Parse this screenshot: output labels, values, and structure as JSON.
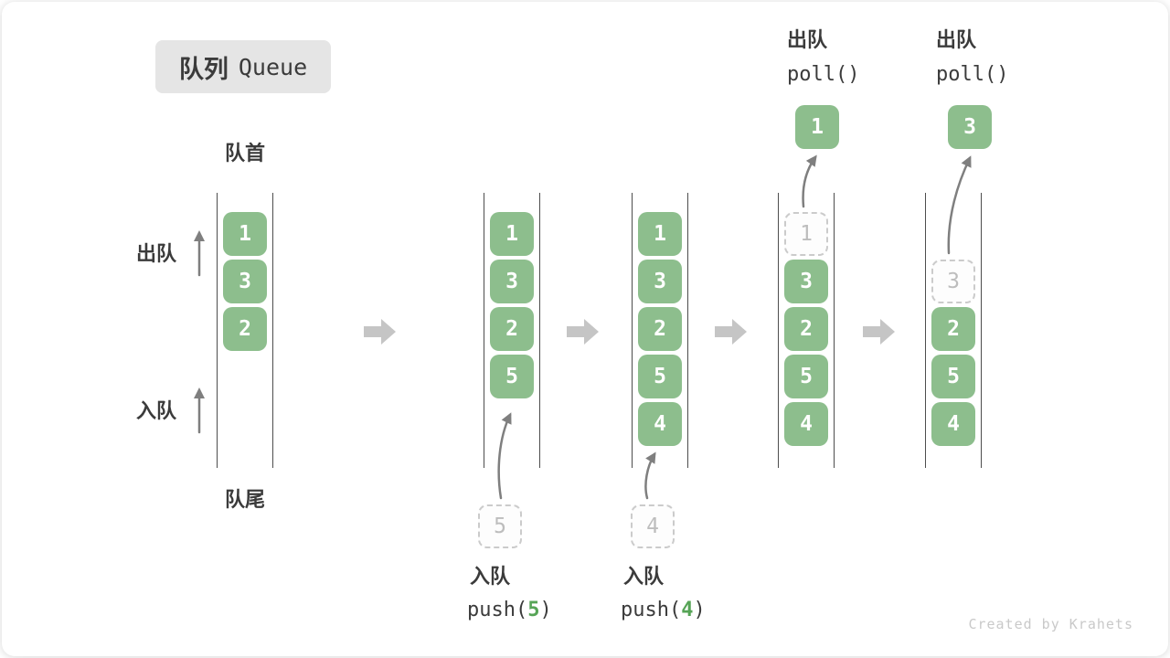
{
  "title": {
    "zh": "队列",
    "en": "Queue"
  },
  "labels": {
    "front": "队首",
    "rear": "队尾",
    "dequeue": "出队",
    "enqueue": "入队"
  },
  "states": [
    {
      "blocks": [
        "1",
        "3",
        "2"
      ]
    },
    {
      "blocks": [
        "1",
        "3",
        "2",
        "5"
      ]
    },
    {
      "blocks": [
        "1",
        "3",
        "2",
        "5",
        "4"
      ]
    },
    {
      "ghost": "1",
      "blocks": [
        "3",
        "2",
        "5",
        "4"
      ]
    },
    {
      "ghost": "3",
      "blocks": [
        "2",
        "5",
        "4"
      ]
    }
  ],
  "operations": [
    {
      "type": "enqueue",
      "zh": "入队",
      "fn_open": "push(",
      "arg": "5",
      "fn_close": ")",
      "ghost_value": "5"
    },
    {
      "type": "enqueue",
      "zh": "入队",
      "fn_open": "push(",
      "arg": "4",
      "fn_close": ")",
      "ghost_value": "4"
    },
    {
      "type": "dequeue",
      "zh": "出队",
      "fn": "poll()",
      "out_value": "1"
    },
    {
      "type": "dequeue",
      "zh": "出队",
      "fn": "poll()",
      "out_value": "3"
    }
  ],
  "watermark": "Created by Krahets",
  "colors": {
    "block_green": "#8DBE8D",
    "block_text": "#FFFFFF",
    "accent_green": "#56A456",
    "ghost_border": "#CBCBCB",
    "ghost_text": "#BDBDBD",
    "wall": "#4D4D4D",
    "big_arrow": "#C5C5C5",
    "thin_arrow": "#7F7F7F",
    "text": "#3B3B3B",
    "title_bg": "#E5E5E5",
    "watermark_color": "#C9C9C9"
  }
}
